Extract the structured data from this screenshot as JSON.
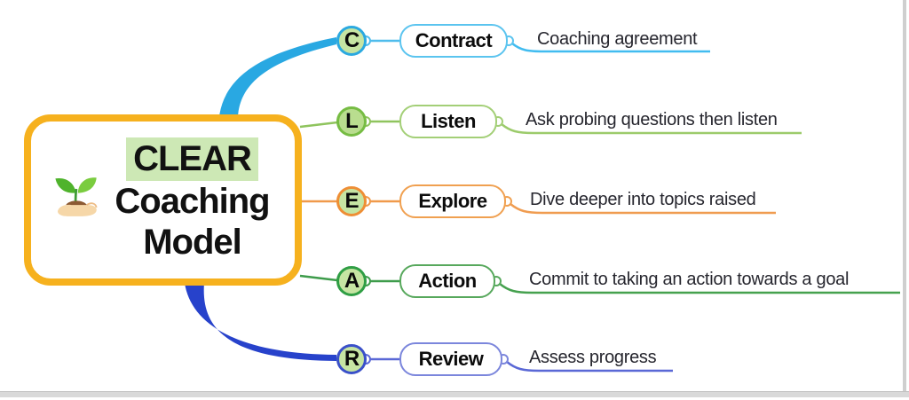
{
  "central": {
    "word": "CLEAR",
    "line2": "Coaching",
    "line3": "Model",
    "icon": "seedling-in-hand-icon",
    "colors": {
      "border": "#F6B11E",
      "highlight": "#CDE8B5"
    }
  },
  "branches": [
    {
      "letter": "C",
      "label": "Contract",
      "description": "Coaching agreement",
      "colors": {
        "main": "#29A8E2",
        "thin": "#4FBCEC",
        "pill_border": "#5BC4EF",
        "ring": "#2BA9E0",
        "circle_fill": "#C6E5A3",
        "underline": "#41BCF0"
      }
    },
    {
      "letter": "L",
      "label": "Listen",
      "description": "Ask probing questions then listen",
      "colors": {
        "main": "#8FC45E",
        "thin": "#8FC45E",
        "pill_border": "#A3CF77",
        "ring": "#76BC43",
        "circle_fill": "#B9DD8F",
        "underline": "#9CCB6B"
      }
    },
    {
      "letter": "E",
      "label": "Explore",
      "description": "Dive deeper into topics raised",
      "colors": {
        "main": "#F09A4B",
        "thin": "#F09A4B",
        "pill_border": "#F0A050",
        "ring": "#EE8E35",
        "circle_fill": "#C6E5A3",
        "underline": "#F09C50"
      }
    },
    {
      "letter": "A",
      "label": "Action",
      "description": "Commit to taking an action towards a goal",
      "colors": {
        "main": "#3E9C4B",
        "thin": "#3E9C4B",
        "pill_border": "#57A85C",
        "ring": "#2F9E44",
        "circle_fill": "#C6E5A3",
        "underline": "#46A14F"
      }
    },
    {
      "letter": "R",
      "label": "Review",
      "description": "Assess progress",
      "colors": {
        "main": "#2742CB",
        "thin": "#5A68D6",
        "pill_border": "#7B86DC",
        "ring": "#3A50C9",
        "circle_fill": "#C6E5A3",
        "underline": "#5A68D6"
      }
    }
  ]
}
